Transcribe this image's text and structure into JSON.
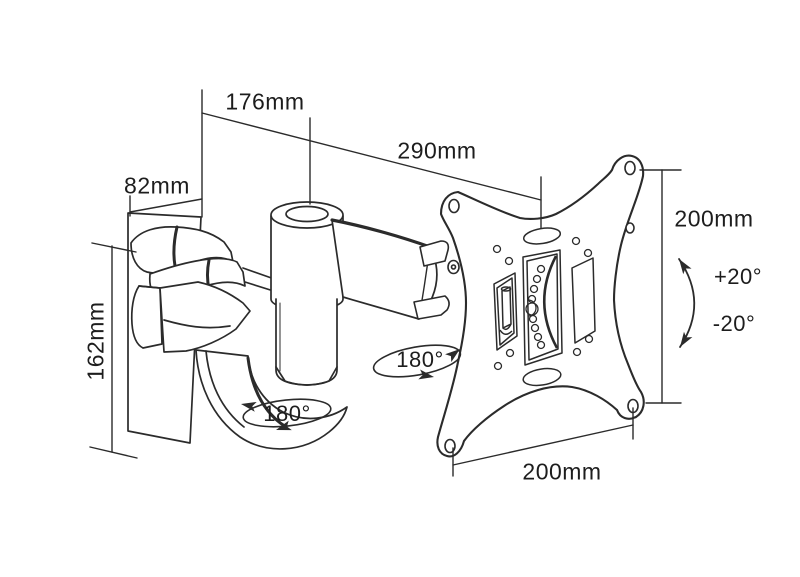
{
  "figure": {
    "kind": "technical line drawing",
    "subject": "articulating TV wall mount arm with VESA plate",
    "background_color": "#ffffff",
    "line_color": "#2b2b2b",
    "text_color": "#1d1d1d"
  },
  "labels": {
    "arm_length_partial": "176mm",
    "arm_length_full": "290mm",
    "wall_plate_width": "82mm",
    "wall_plate_height": "162mm",
    "vesa_vertical": "200mm",
    "tilt_up": "+20°",
    "tilt_down": "-20°",
    "swivel_head": "180°",
    "swivel_base": "180°",
    "vesa_horizontal": "200mm"
  }
}
